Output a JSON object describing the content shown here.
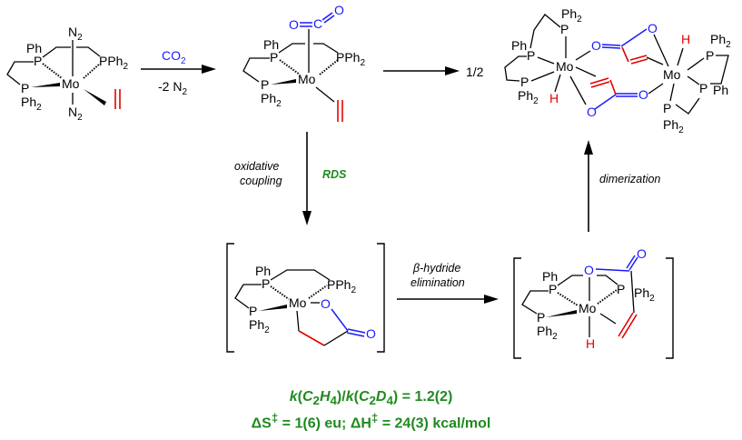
{
  "scheme": {
    "title": "CO2–ethylene coupling at Mo(triphos) to acrylate hydride dimer",
    "colors": {
      "carbon_dioxide": "#1a1aff",
      "ethylene": "#e60000",
      "annotation": "#1f8a1f",
      "default": "#000000"
    },
    "species": {
      "start": {
        "name": "Mo(N2)2(ethylene)(triphos)",
        "ligands": [
          "N2",
          "N2",
          "Ph",
          "PPh2",
          "P",
          "Ph2",
          "Mo"
        ]
      },
      "co2_adduct": {
        "name": "Mo(CO2)(ethylene)(triphos)"
      },
      "metallalactone": {
        "name": "Mo metallalactone intermediate"
      },
      "acrylate_hydride": {
        "name": "Mo acrylate hydride intermediate"
      },
      "dimer": {
        "name": "acrylate hydride dimer",
        "stoichiometry": "1/2"
      }
    },
    "atoms": {
      "mo": "Mo",
      "p": "P",
      "ph": "Ph",
      "ph2": "Ph2",
      "pph2": "PPh2",
      "n2": "N2",
      "o": "O",
      "c": "C",
      "h": "H"
    },
    "arrows": {
      "step1": {
        "above": "CO2",
        "below": "-2 N2"
      },
      "step2": {
        "stoich": "1/2"
      },
      "oxidative_coupling": {
        "label": "oxidative coupling",
        "label_line1": "oxidative",
        "label_line2": "coupling",
        "note": "RDS"
      },
      "beta_hydride": {
        "label_line1": "β-hydride",
        "label_line2": "elimination"
      },
      "dimerization": {
        "label": "dimerization"
      }
    },
    "kinetics": {
      "kie_line": "k(C2H4)/k(C2D4) = 1.2(2)",
      "kie_value": "1.2(2)",
      "activation_line": "ΔS‡ = 1(6) eu; ΔH‡ = 24(3) kcal/mol",
      "delta_S": "1(6) eu",
      "delta_H": "24(3) kcal/mol"
    }
  }
}
